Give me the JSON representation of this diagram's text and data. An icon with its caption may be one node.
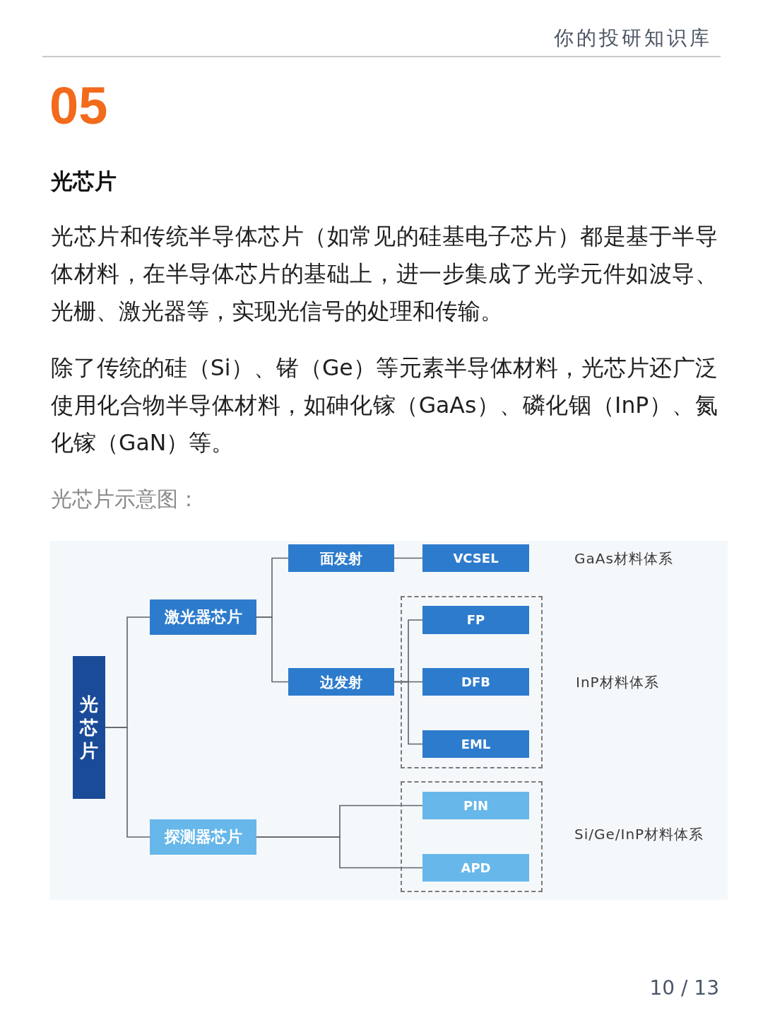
{
  "diagram": {
    "title": "光芯片",
    "caption": "光芯片示意图：",
    "nodes": [
      {
        "text": [
          "光芯片"
        ]
      },
      {
        "text": [
          "激光器芯片"
        ]
      },
      {
        "text": [
          "面发射"
        ]
      },
      {
        "text": [
          "VCSEL"
        ],
        "beside": [
          "GaAs材料体系"
        ]
      },
      {
        "text": [
          "边发射"
        ]
      },
      {
        "text": [
          "InP材料体系"
        ]
      },
      {
        "text": [
          "FP"
        ],
        "in": 5
      },
      {
        "text": [
          "DFB"
        ],
        "in": 5
      },
      {
        "text": [
          "EML"
        ],
        "in": 5
      },
      {
        "text": [
          "探测器芯片"
        ]
      },
      {
        "text": [
          "Si/Ge/InP材料体系"
        ]
      },
      {
        "text": [
          "PIN"
        ],
        "in": 10
      },
      {
        "text": [
          "APD"
        ],
        "in": 10
      }
    ],
    "edges": [
      {
        "from": 0,
        "to": 1,
        "arrow": "none"
      },
      {
        "from": 0,
        "to": 9,
        "arrow": "none"
      },
      {
        "from": 1,
        "to": 2,
        "arrow": "none"
      },
      {
        "from": 1,
        "to": 4,
        "arrow": "none"
      },
      {
        "from": 2,
        "to": 3,
        "arrow": "none"
      },
      {
        "from": 4,
        "to": 6,
        "arrow": "none"
      },
      {
        "from": 4,
        "to": 7,
        "arrow": "none"
      },
      {
        "from": 4,
        "to": 8,
        "arrow": "none"
      },
      {
        "from": 9,
        "to": 11,
        "arrow": "none"
      },
      {
        "from": 9,
        "to": 12,
        "arrow": "none"
      }
    ],
    "labels": [
      "你的投研知识库",
      "05",
      "光芯片和传统半导体芯片（如常见的硅基电子芯片）都是基于半导体材料，在半导体芯片的基础上，进一步集成了光学元件如波导、光栅、激光器等，实现光信号的处理和传输。",
      "除了传统的硅（Si）、锗（Ge）等元素半导体材料，光芯片还广泛使用化合物半导体材料，如砷化镓（GaAs）、磷化铟（InP）、氮化镓（GaN）等。",
      "10 / 13"
    ]
  }
}
